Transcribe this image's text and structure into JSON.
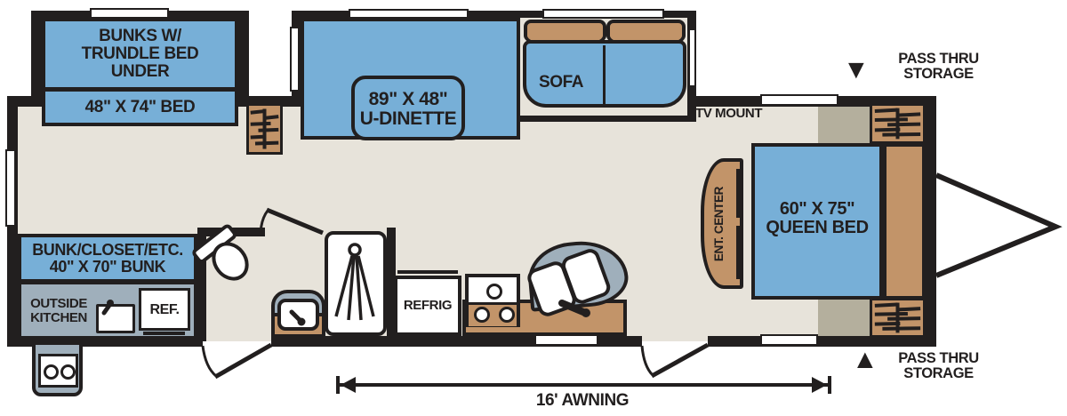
{
  "floorplan": {
    "bunk_slide": {
      "l1": "BUNKS W/",
      "l2": "TRUNDLE BED",
      "l3": "UNDER",
      "size": "48\" X 74\" BED"
    },
    "dinette": {
      "l1": "89\" X 48\"",
      "l2": "U-DINETTE"
    },
    "sofa": "SOFA",
    "tv_mount": "TV MOUNT",
    "queen": {
      "l1": "60\" X 75\"",
      "l2": "QUEEN BED"
    },
    "ent_center": "ENT. CENTER",
    "pass_thru_top": {
      "arrow": "▼",
      "l1": "PASS THRU",
      "l2": "STORAGE"
    },
    "pass_thru_bottom": {
      "arrow": "▲",
      "l1": "PASS THRU",
      "l2": "STORAGE"
    },
    "bunk_closet": {
      "l1": "BUNK/CLOSET/ETC.",
      "l2": "40\" X 70\" BUNK"
    },
    "outside_kitchen": {
      "l1": "OUTSIDE",
      "l2": "KITCHEN"
    },
    "ref": "REF.",
    "refrig": "REFRIG",
    "awning": "16' AWNING"
  },
  "colors": {
    "furniture_blue": "#77afd7",
    "wood_brown": "#c29469",
    "floor_beige": "#e7e3da",
    "counter_gray": "#9fafbb",
    "carpet_gray": "#b4af9d",
    "wall_black": "#221f1f",
    "background": "#ffffff"
  }
}
